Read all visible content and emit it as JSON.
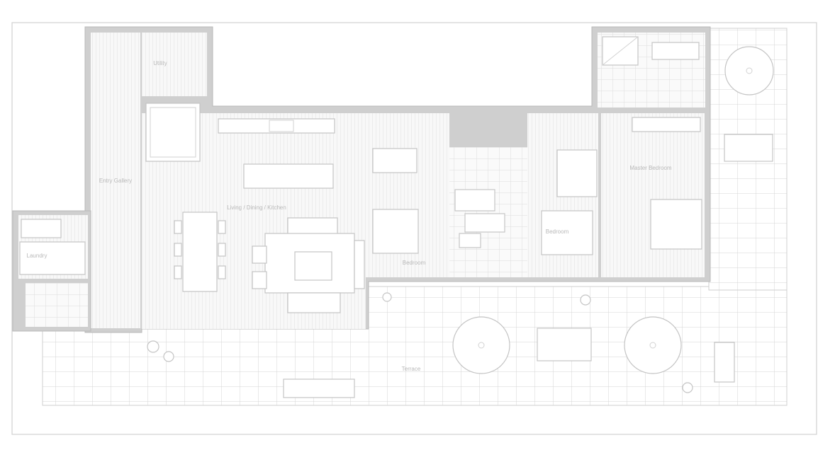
{
  "plan": {
    "rooms": [
      {
        "id": "entry",
        "name": "Entry Gallery",
        "size": ""
      },
      {
        "id": "living",
        "name": "Living / Dining / Kitchen",
        "size": ""
      },
      {
        "id": "bedroom2",
        "name": "Bedroom",
        "size": ""
      },
      {
        "id": "bedroom3",
        "name": "Bedroom",
        "size": ""
      },
      {
        "id": "master",
        "name": "Master Bedroom",
        "size": ""
      },
      {
        "id": "laundry",
        "name": "Laundry",
        "size": ""
      },
      {
        "id": "utility",
        "name": "Utility",
        "size": ""
      },
      {
        "id": "terrace",
        "name": "Terrace",
        "size": ""
      }
    ],
    "colors": {
      "wall": "#cfcfcf",
      "floor": "#f7f7f7",
      "line": "#c4c4c4",
      "label": "#b9b9b9"
    }
  }
}
